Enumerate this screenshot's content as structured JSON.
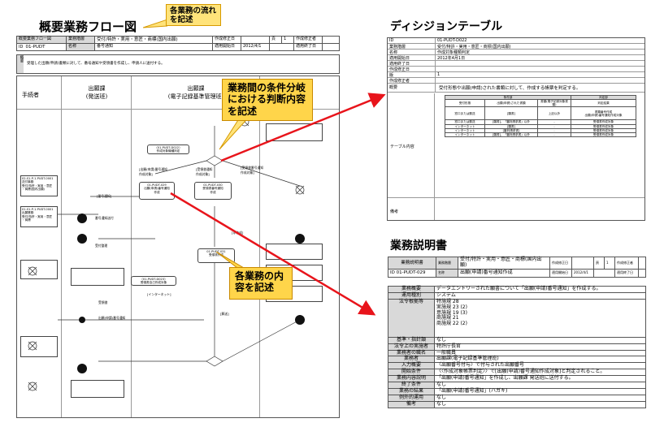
{
  "flow": {
    "title": "概要業務フロー図",
    "callout": "各業務の流れを記述",
    "header": {
      "label_flow": "概要業務フロー図",
      "label_level": "業務階層",
      "level_value": "受付/特許・実用・意匠・商標(国内出願)",
      "label_created": "作成修正日",
      "label_page": "頁",
      "page_value": "1",
      "label_author": "作成修正者",
      "id_label": "ID",
      "id_value": "01-PUDT",
      "name_label": "名称",
      "name_value": "番号通知",
      "label_apply": "適用開始日",
      "apply_value": "2012/4/1",
      "label_endapply": "適用終了日",
      "gaiyo_label": "概要",
      "gaiyo_text": "受理した出願(申請)書類に対して、番号通知や受領書を作成し、申請人に送付する。"
    },
    "lanes": [
      "手続者",
      "出願課\n(発送班)",
      "出願課\n(電子記録基準管理班)"
    ],
    "callout_branch": "業務間の条件分岐における判断内容を記述",
    "callout_task": "各業務の内容を記述",
    "nodes": [
      "〈01-PUDT-D022〉\n作成対象機種判定",
      "[出願(申請)番号通知\n作成対象]",
      "[受領書通知\n作成対象]",
      "01-PUDT-029\n出願(申請)番号通知\n作成",
      "01-PUDT-030\n受領書番号通知\n作成",
      "[番号通知]",
      "01-PUDT-031\n受領書作成",
      "〈01-PUDT-D023〉\n受領書自己作成対象",
      "[インターネット]",
      "[郵送]",
      "受領書",
      "出願(申請)番号通知",
      "番号通知送付",
      "受付整理",
      "02-S1-P-1-PUDT-0001\n送付事務\n受付/特許・実用・意匠\n・商標(国内出願)",
      "01-S1-P-1-PUDT-0001\n出願業務\n受付/特許・実用・意匠\n・商標",
      "[受領書番号通知\n作成対象]",
      "[非作成]"
    ]
  },
  "decision": {
    "title": "ディシジョンテーブル",
    "rows": [
      {
        "k": "ID",
        "v": "01-PUDT-D022"
      },
      {
        "k": "業務階層",
        "v": "受付/特許・実用・意匠・商標(国内出願)"
      },
      {
        "k": "名称",
        "v": "作成対象種類判定"
      },
      {
        "k": "適用開始日",
        "v": "2012年4月1日"
      },
      {
        "k": "適用終了日",
        "v": ""
      },
      {
        "k": "作成修正日",
        "v": ""
      },
      {
        "k": "版",
        "v": "1"
      },
      {
        "k": "作成修正者",
        "v": ""
      },
      {
        "k": "概要",
        "v": "受付形態や出願(申請)された書類に対して、作成する帳票を判定する。"
      }
    ],
    "content_label": "テーブル内容",
    "remarks_label": "備考",
    "inner_head": [
      "条件部",
      "",
      "",
      "判定部"
    ],
    "inner_sub": [
      "受付形態",
      "出願(申請)された書類",
      "書類(電子記録対象書類)",
      "判定結果"
    ],
    "inner_rows": [
      [
        "窓口または郵送",
        "[願書]",
        "上記以外",
        "書類番号作成\n出願(申請)番号通知作成対象"
      ],
      [
        "窓口または郵送",
        "[願書]、「審判請求書」以外",
        "-",
        "受領書作成対象"
      ],
      [
        "インターネット",
        "[願書]",
        "-",
        "受領書作成対象"
      ],
      [
        "インターネット",
        "[審判請求書]",
        "-",
        "受領書作成対象"
      ],
      [
        "インターネット",
        "[願書]、「審判請求書」以外",
        "-",
        "受領書作成対象"
      ]
    ]
  },
  "desc": {
    "title": "業務説明書",
    "header": {
      "label_doc": "業務説明書",
      "label_level": "業務階層",
      "level_value": "受付/特許・実用・意匠・商標(国内出願)",
      "label_created": "作成修正日",
      "label_page": "頁",
      "page_value": "1",
      "label_author": "作成修正者",
      "id_value": "ID 01-PUDT-029",
      "name_label": "名称",
      "name_value": "出願(申請)番号通知作成",
      "label_apply": "適用開始日",
      "apply_value": "2012/4/1",
      "label_endapply": "適用終了日"
    },
    "rows": [
      {
        "k": "業務概要",
        "v": "データエントリーされた願書について「出願(申請)番号通知」を作成する。"
      },
      {
        "k": "運用種別",
        "v": "システム"
      },
      {
        "k": "法令根拠等",
        "v": "特施規 28\n実施規 23 (2)\n意施規 19 (3)\n商施規 21\n商施規 22 (2)"
      },
      {
        "k": "基準・指針類",
        "v": "なし"
      },
      {
        "k": "法令上の実施者",
        "v": "特許庁長官"
      },
      {
        "k": "業務者の職名",
        "v": "一般職員"
      },
      {
        "k": "業務者",
        "v": "出願課(電子記録基準管理班)"
      },
      {
        "k": "入力概要",
        "v": "〈出願番号付与〉で付与された出願番号"
      },
      {
        "k": "開始条件",
        "v": "〈〈作成対象帳票判定〉〉で[出願(申請)番号通知作成対象]と判定されること。"
      },
      {
        "k": "業務内容説明",
        "v": "「出願(申請)番号通知」を作成し、出願課 発送班に送付する。"
      },
      {
        "k": "終了条件",
        "v": "なし"
      },
      {
        "k": "業務の結果",
        "v": "「出願(申請)番号通知」(ハガキ)"
      },
      {
        "k": "例外的運用",
        "v": "なし"
      },
      {
        "k": "備考",
        "v": "なし"
      }
    ]
  },
  "colors": {
    "arrow": "#e8141b",
    "callout": "#ffe37a",
    "header_gray": "#d9d9d9"
  }
}
